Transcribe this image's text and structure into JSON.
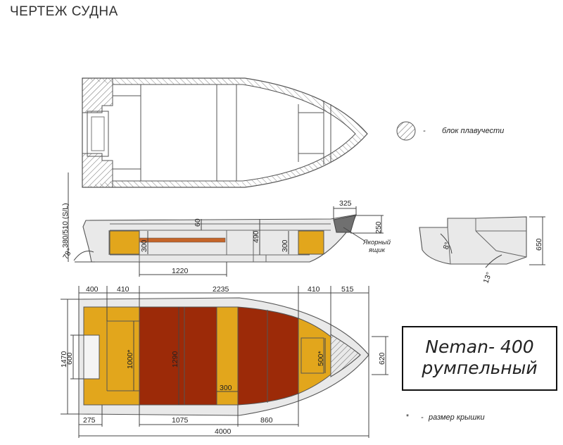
{
  "page": {
    "title": "ЧЕРТЕЖ СУДНА"
  },
  "legend": {
    "dash": "-",
    "text": "блок плавучести"
  },
  "labels": {
    "anchor_box": "Якорный\nящик",
    "lid_note_dash": "-",
    "lid_note": "размер крышки"
  },
  "title_block": {
    "line1": "Neman- 400",
    "line2": "румпельный"
  },
  "dimensions": {
    "side": {
      "height_vertical": "380/510 (S/L)",
      "transom_angle": "78°",
      "d60": "60",
      "d300a": "300",
      "d490": "490",
      "d300b": "300",
      "d1220": "1220",
      "d325": "325",
      "d250": "250"
    },
    "section": {
      "d650": "650",
      "angle8": "8°",
      "angle13": "13°"
    },
    "plan": {
      "top": [
        "400",
        "410",
        "2235",
        "410",
        "515"
      ],
      "bottom": [
        "275",
        "1075",
        "860"
      ],
      "overall": "4000",
      "beam": "1470",
      "d600": "600",
      "d1000": "1000*",
      "d1290": "1290",
      "d300": "300",
      "d500": "500*",
      "d620": "620",
      "star": "*"
    }
  },
  "colors": {
    "hull_gray": "#e9e9e9",
    "float_yellow": "#e2a61c",
    "deck_red": "#9c2a08",
    "outline": "#555555",
    "dark_box": "#707070",
    "seat_orange": "#c5652a"
  }
}
